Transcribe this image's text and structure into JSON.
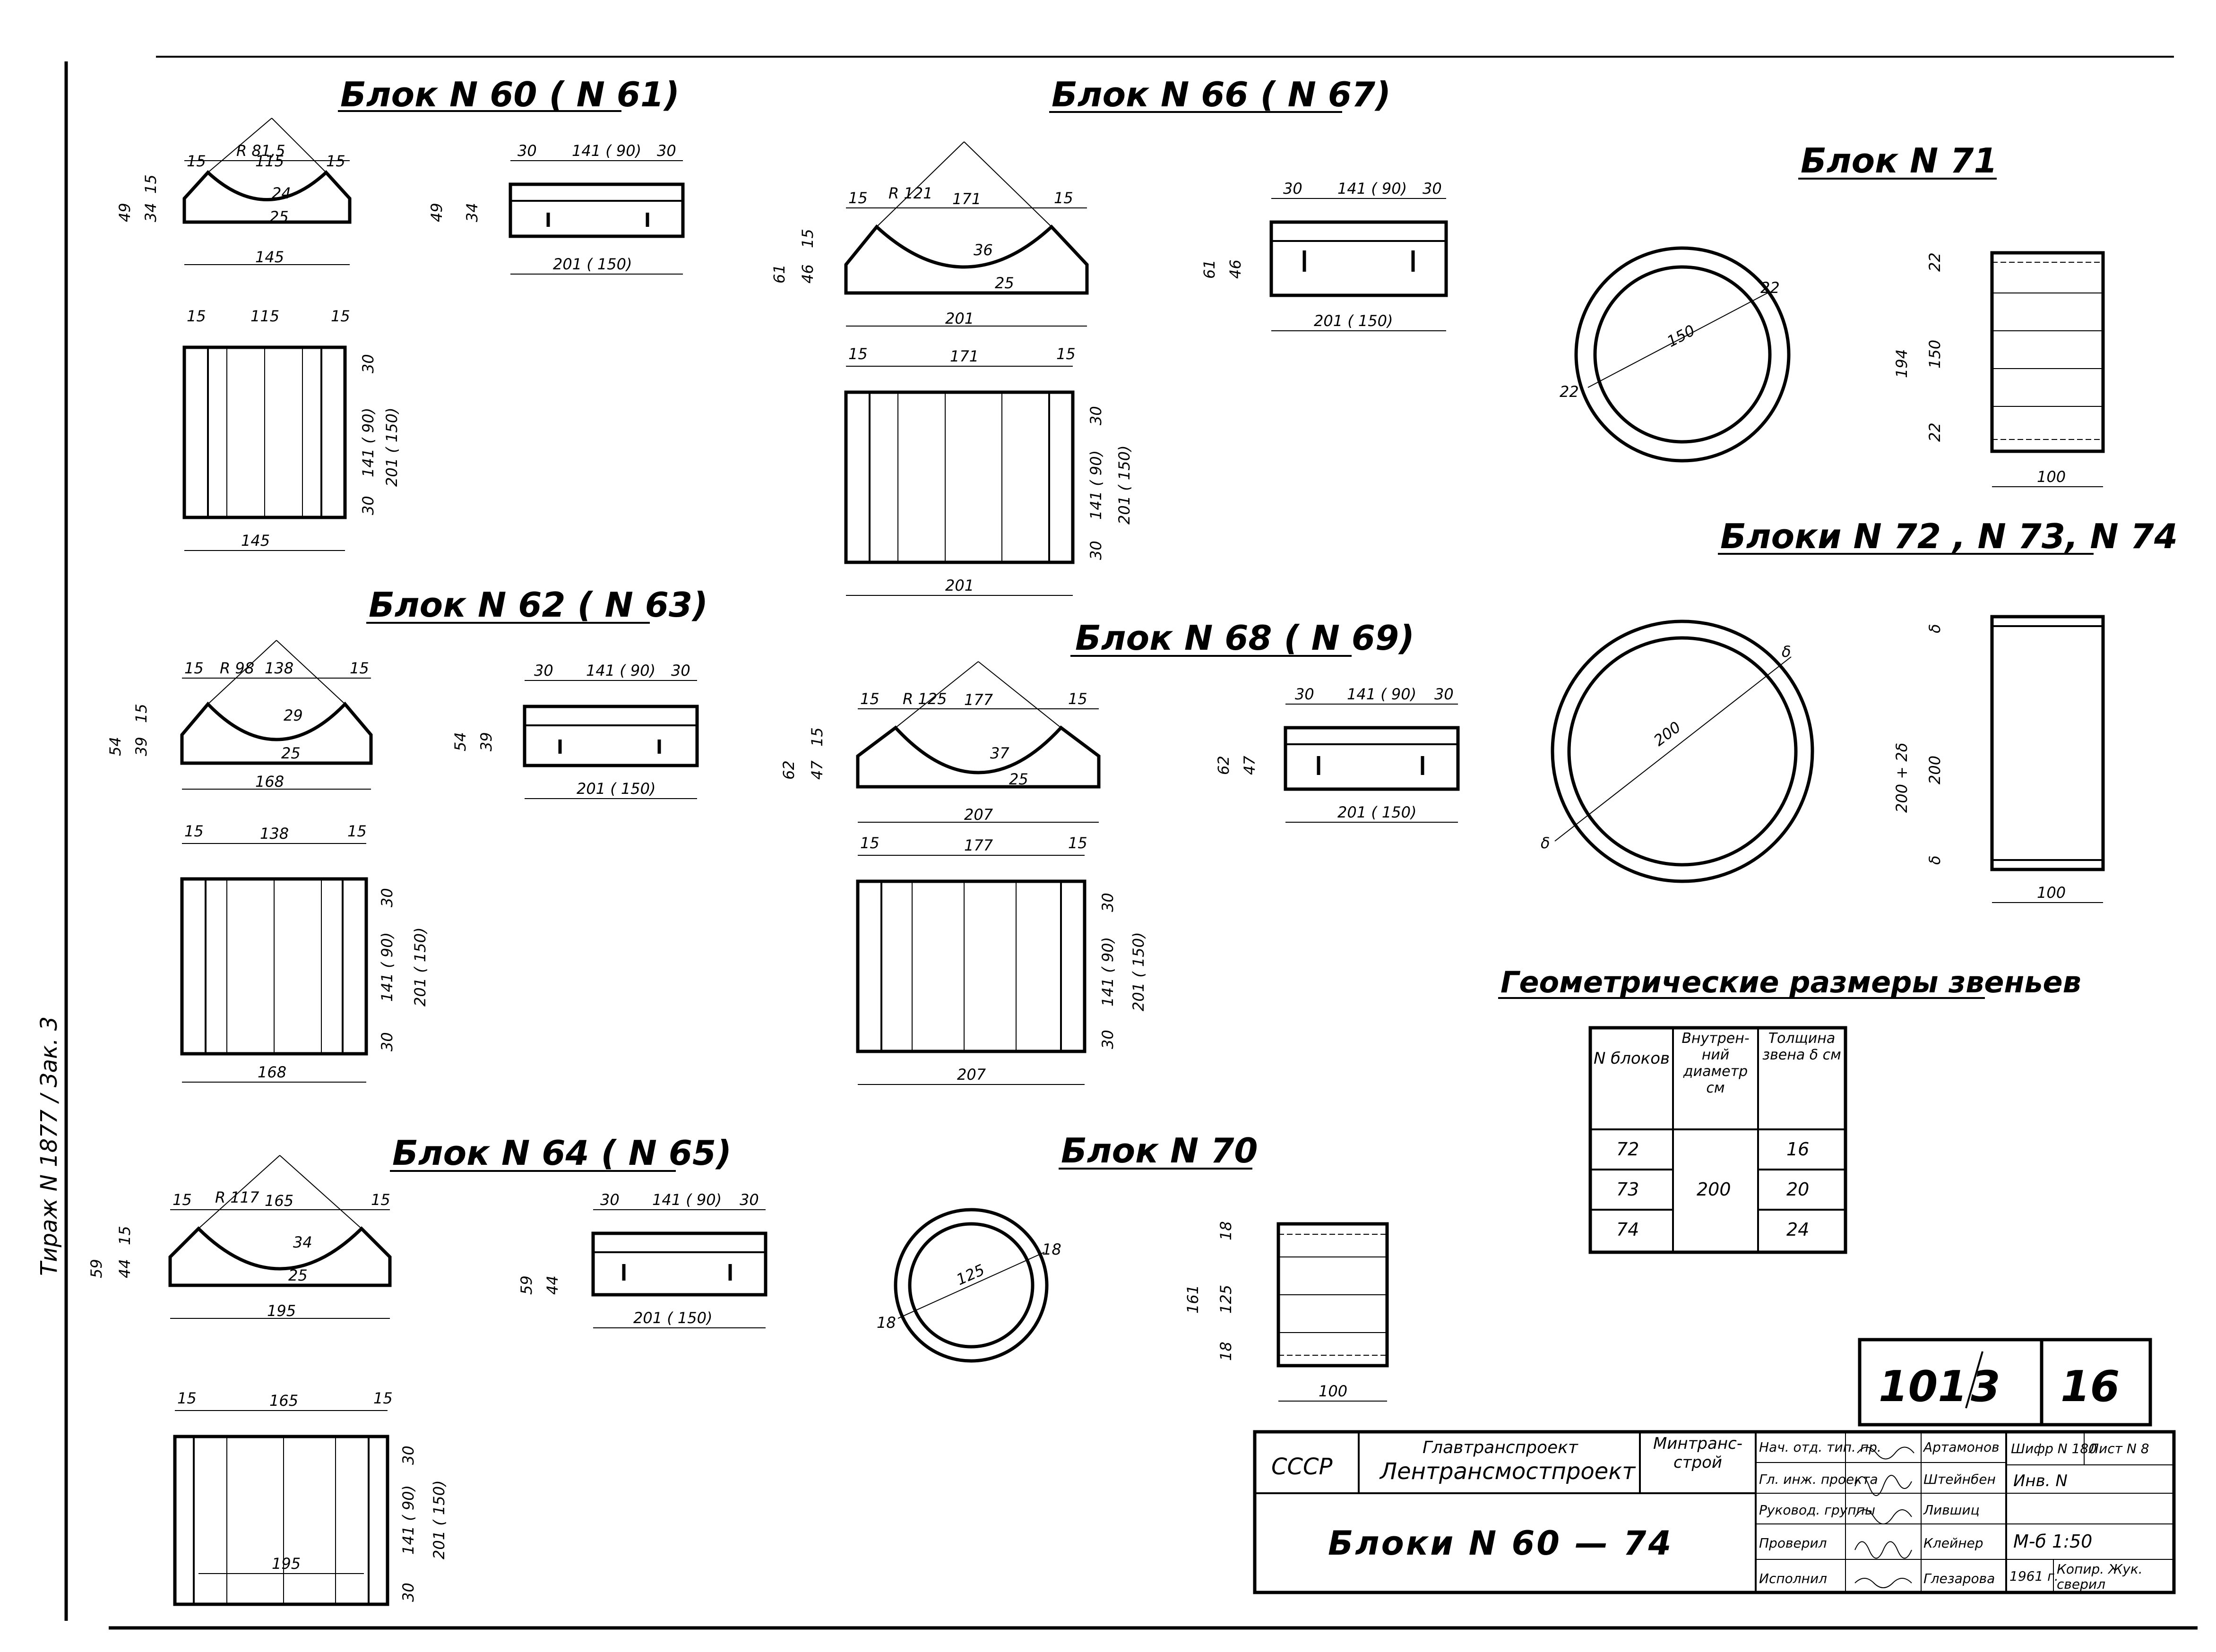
{
  "titles": {
    "b60": "Блок  N 60 ( N 61)",
    "b66": "Блок  N 66 ( N 67)",
    "b71": "Блок  N 71",
    "b62": "Блок  N 62 ( N 63)",
    "b68": "Блок  N 68 ( N 69)",
    "b72": "Блоки N 72 , N 73, N 74",
    "b64": "Блок  N 64 ( N 65)",
    "b70": "Блок  N 70",
    "geom": "Геометрические   размеры  звеньев"
  },
  "b60": {
    "r": "R 81,5",
    "top": "115",
    "w": "145",
    "h": "49",
    "h1": "34",
    "h2": "15",
    "t": "24",
    "t2": "25",
    "e": "15",
    "side_top": "141 ( 90)",
    "side_a": "30",
    "side_w": "201 ( 150)",
    "plan_w": "145",
    "plan_len": "141 ( 90)",
    "plan_total": "201 ( 150)"
  },
  "b66": {
    "r": "R 121",
    "top": "171",
    "w": "201",
    "h": "61",
    "h1": "46",
    "h2": "15",
    "t": "36",
    "t2": "25",
    "e": "15",
    "side_top": "141 ( 90)",
    "side_a": "30",
    "side_w": "201 ( 150)",
    "plan_w": "201",
    "plan_len": "141 ( 90)",
    "plan_total": "201 ( 150)"
  },
  "b62": {
    "r": "R 98",
    "top": "138",
    "w": "168",
    "h": "54",
    "h1": "39",
    "h2": "15",
    "t": "29",
    "t2": "25",
    "e": "15",
    "side_top": "141 ( 90)",
    "side_a": "30",
    "side_w": "201 ( 150)",
    "plan_w": "168",
    "plan_len": "141 ( 90)",
    "plan_total": "201 ( 150)"
  },
  "b68": {
    "r": "R 125",
    "top": "177",
    "w": "207",
    "h": "62",
    "h1": "47",
    "h2": "15",
    "t": "37",
    "t2": "25",
    "e": "15",
    "side_top": "141 ( 90)",
    "side_a": "30",
    "side_w": "201 ( 150)",
    "plan_w": "207",
    "plan_len": "141 ( 90)",
    "plan_total": "201 ( 150)"
  },
  "b64": {
    "r": "R 117",
    "top": "165",
    "w": "195",
    "h": "59",
    "h1": "44",
    "h2": "15",
    "t": "34",
    "t2": "25",
    "e": "15",
    "side_top": "141 ( 90)",
    "side_a": "30",
    "side_w": "201 ( 150)",
    "plan_w": "195",
    "plan_len": "141 ( 90)",
    "plan_total": "201 ( 150)"
  },
  "b71": {
    "dia": "150",
    "wall": "22",
    "len": "100",
    "total": "194"
  },
  "b72": {
    "dia": "200",
    "wall": "δ",
    "len": "100",
    "total": "200 + 2δ"
  },
  "b70": {
    "dia": "125",
    "wall": "18",
    "len": "100",
    "total": "161",
    "mid": "125"
  },
  "table": {
    "headers": [
      "N блоков",
      "Внутрен-ний диаметр см",
      "Толщина звена δ см"
    ],
    "rows": [
      [
        "72",
        "16"
      ],
      [
        "73",
        "20"
      ],
      [
        "74",
        "24"
      ]
    ],
    "diameter": "200"
  },
  "stamp": {
    "code1": "101",
    "code2": "3",
    "code3": "16",
    "country": "СССР",
    "org1": "Главтранспроект",
    "org2": "Лентрансмостпроект",
    "ministry": "Минтранс-строй",
    "title": "Блоки  N 60 —   74",
    "roles": [
      "Нач. отд. тип. пр.",
      "Гл. инж. проекта",
      "Руковод. группы",
      "Проверил",
      "Исполнил"
    ],
    "names": [
      "Артамонов",
      "Штейнбен",
      "Лившиц",
      "Клейнер",
      "Глезарова"
    ],
    "shifr": "Шифр N 180",
    "list": "Лист N 8",
    "inv": "Инв. N",
    "scale": "М-б  1:50",
    "year": "1961 г.",
    "copy": "Копир. Жук.",
    "check": "сверил"
  },
  "margin_note": "Тираж  N 1877  /  Зак. 3"
}
